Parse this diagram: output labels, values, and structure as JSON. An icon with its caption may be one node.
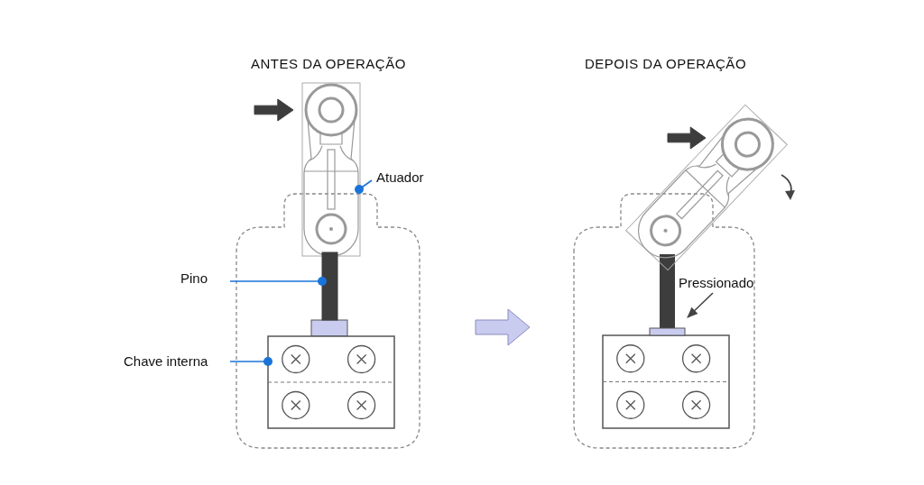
{
  "diagram": {
    "nodes": [
      {
        "text": [
          "Atuador"
        ]
      },
      {
        "text": [],
        "shape": "box"
      },
      {
        "text": [
          "Pino"
        ]
      },
      {
        "text": [],
        "shape": "bar"
      },
      {
        "text": [
          "Chave interna"
        ]
      },
      {
        "text": [],
        "shape": "box"
      },
      {
        "text": [
          "Pressionado"
        ]
      },
      {
        "text": [],
        "shape": "box"
      }
    ],
    "edges": [
      {
        "from": 0,
        "to": 1,
        "arrow": "other"
      },
      {
        "from": 2,
        "to": 3,
        "arrow": "other"
      },
      {
        "from": 4,
        "to": 5,
        "arrow": "other"
      },
      {
        "from": 6,
        "to": 7,
        "arrow": "to",
        "color": "#444444"
      }
    ],
    "labels": [
      "ANTES DA OPERAÇÃO",
      "DEPOIS DA OPERAÇÃO"
    ]
  }
}
